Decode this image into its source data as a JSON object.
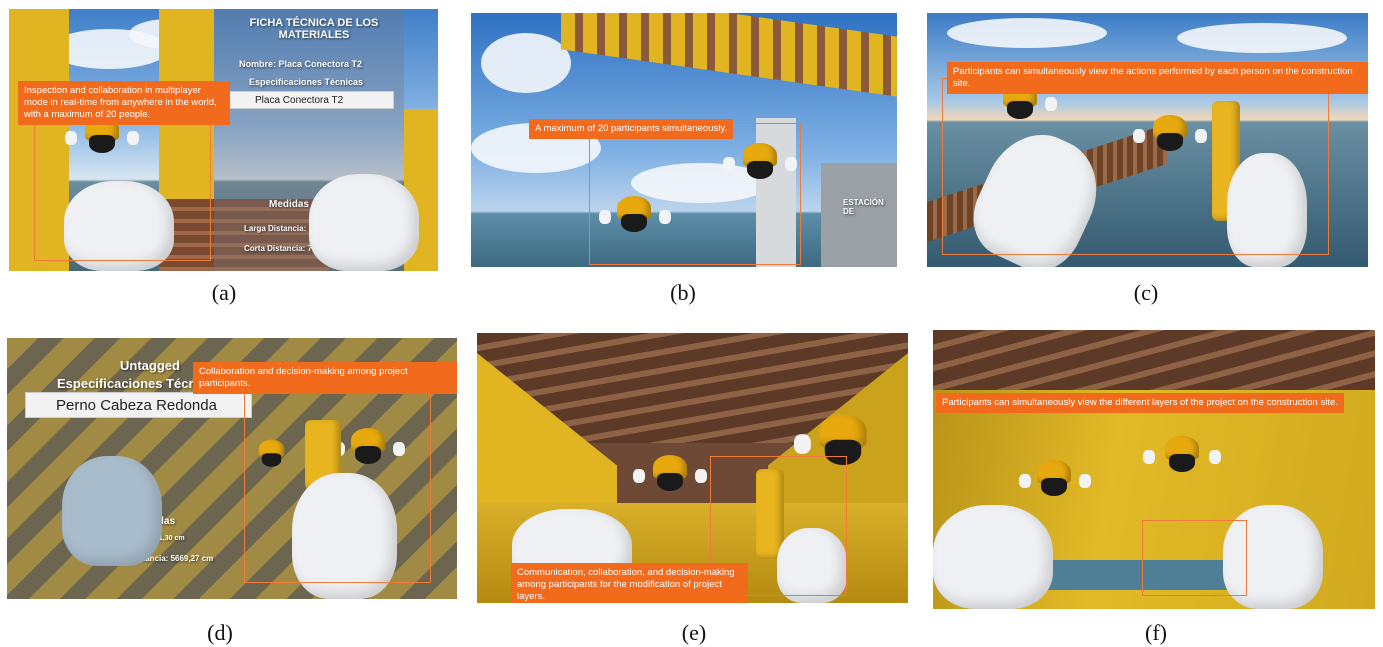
{
  "panels": [
    {
      "id": "a",
      "caption": "(a)",
      "callout": "Inspection and collaboration in multiplayer mode in real-time from anywhere in the world, with a maximum of 20 people.",
      "board": {
        "title": "FICHA TÉCNICA DE LOS MATERIALES",
        "name_line": "Nombre: Placa Conectora T2",
        "spec_heading": "Especificaciones Técnicas",
        "field_value": "Placa Conectora T2",
        "measures_heading": "Medidas",
        "long_distance": "Larga Distancia: 11,30 cm",
        "short_distance": "Corta Distancia: 7"
      }
    },
    {
      "id": "b",
      "caption": "(b)",
      "callout": "A maximum of 20 participants simultaneously.",
      "sign": "ESTACIÓN DE"
    },
    {
      "id": "c",
      "caption": "(c)",
      "callout": "Participants can simultaneously view the actions performed by each person on the construction site."
    },
    {
      "id": "d",
      "caption": "(d)",
      "callout": "Collaboration and decision-making among project participants.",
      "board": {
        "tag": "Untagged",
        "spec_heading": "Especificaciones Técnicas",
        "field_value": "Perno Cabeza Redonda",
        "measures_heading": "Medidas",
        "long_distance": "Larga Distancia: 11,30 cm",
        "short_distance": "Corta Distancia: 5669,27 cm"
      }
    },
    {
      "id": "e",
      "caption": "(e)",
      "callout": "Communication, collaboration, and decision-making among participants for the modification of project layers."
    },
    {
      "id": "f",
      "caption": "(f)",
      "callout": "Participants can simultaneously view the different layers of the project on the construction site."
    }
  ],
  "colors": {
    "callout": "#f26b1d",
    "frame": "#f07a3a",
    "steel": "#e1b521",
    "wood": "#8a5a3a"
  }
}
